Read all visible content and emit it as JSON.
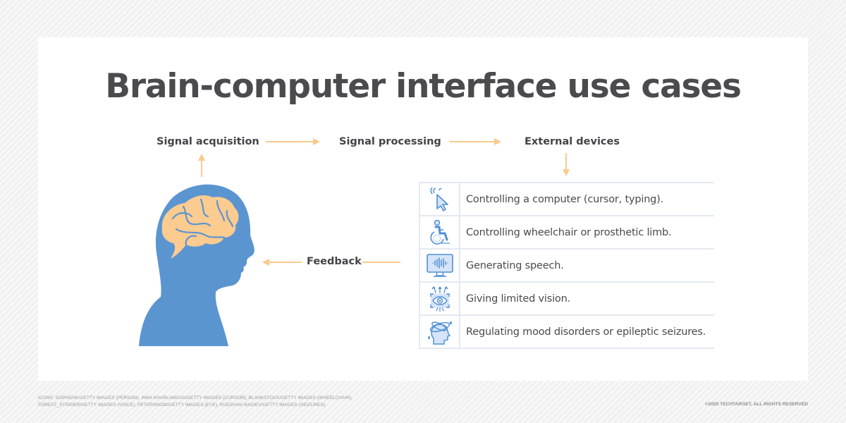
{
  "title": "Brain-computer interface use cases",
  "colors": {
    "head": "#5b95d0",
    "brain": "#fbcb90",
    "arrow": "#fbc98c",
    "icon_stroke": "#4f8fd6",
    "icon_fill": "#d6e4f7",
    "grid": "#e3e9f2",
    "title_text": "#4b4b4d"
  },
  "flow": {
    "steps": [
      {
        "label": "Signal acquisition"
      },
      {
        "label": "Signal processing"
      },
      {
        "label": "External devices"
      }
    ],
    "feedback_label": "Feedback"
  },
  "use_cases": [
    {
      "icon": "cursor-click-icon",
      "text": "Controlling a computer (cursor, typing)."
    },
    {
      "icon": "wheelchair-icon",
      "text": "Controlling wheelchair or prosthetic limb."
    },
    {
      "icon": "monitor-voice-icon",
      "text": "Generating speech."
    },
    {
      "icon": "eye-vision-icon",
      "text": "Giving limited vision."
    },
    {
      "icon": "head-seizure-icon",
      "text": "Regulating mood disorders or epileptic seizures."
    }
  ],
  "footer": {
    "credits_line1": "Icons: Sophonk/Getty Images (person), Inna Kharlamova/Getty Images (cursor), Blankstock/Getty Images (wheelchair),",
    "credits_line2": "Forest_strider/Getty Images (voice), Petersnow/Getty Images (eye), Rudzhan Nagiev/Getty Images (seizures)",
    "copyright": "©2025 TechTarget, All rights reserved"
  }
}
